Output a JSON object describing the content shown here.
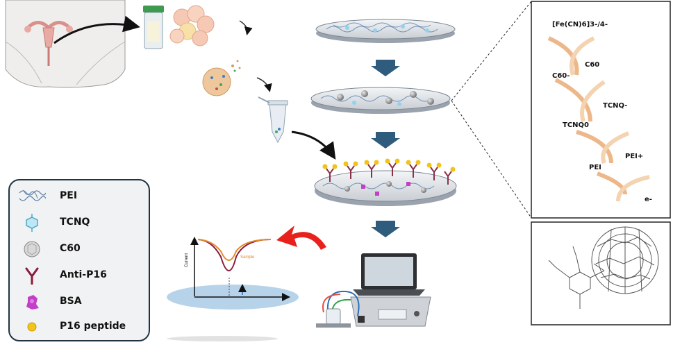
{
  "legend": {
    "items": [
      {
        "name": "pei",
        "label": "PEI"
      },
      {
        "name": "tcnq",
        "label": "TCNQ"
      },
      {
        "name": "c60",
        "label": "C60"
      },
      {
        "name": "anti-p16",
        "label": "Anti-P16"
      },
      {
        "name": "bsa",
        "label": "BSA"
      },
      {
        "name": "p16-peptide",
        "label": "P16 peptide"
      }
    ]
  },
  "redox_panel": {
    "ferricyanide": "[Fe(CN)6]3-/4-",
    "c60_minus": "C60-",
    "c60": "C60",
    "tcnq0": "TCNQ0",
    "tcnq_minus": "TCNQ-",
    "pei": "PEI",
    "pei_plus": "PEI+",
    "electron": "e-"
  },
  "voltammogram": {
    "ylabel": "Current",
    "curve_label": "Sample"
  },
  "colors": {
    "arrow_blue": "#2f5b7c",
    "red_arrow": "#e8211c",
    "orange_arrow": "#e9a56b",
    "legend_border": "#1f3340",
    "electrode": "#b9c8d6",
    "sample_curve": "#e38b2b",
    "blank_curve": "#8a1b3a"
  }
}
